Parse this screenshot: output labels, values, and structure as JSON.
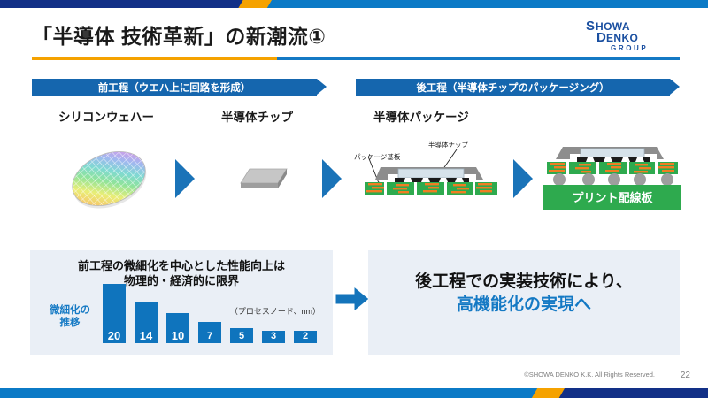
{
  "slide": {
    "title": "「半導体 技術革新」の新潮流①",
    "page_number": "22",
    "copyright": "©SHOWA DENKO K.K. All Rights Reserved."
  },
  "logo": {
    "line1": "SHOWA",
    "line2": "DENKO",
    "line3": "GROUP",
    "color": "#1a4fa0"
  },
  "theme": {
    "navy": "#123087",
    "orange": "#f5a200",
    "blue": "#0b7ac6",
    "banner_blue": "#1566ae",
    "accent_blue": "#1479c4",
    "panel_bg": "#eaeff6",
    "bar_blue": "#0f74bd",
    "pwb_green": "#2eaa4e"
  },
  "banners": [
    {
      "name": "front-end",
      "label": "前工程（ウエハ上に回路を形成）"
    },
    {
      "name": "back-end",
      "label": "後工程（半導体チップのパッケージング）"
    }
  ],
  "stages": [
    {
      "name": "wafer",
      "caption": "シリコンウェハー"
    },
    {
      "name": "chip",
      "caption": "半導体チップ"
    },
    {
      "name": "package",
      "caption": "半導体パッケージ"
    }
  ],
  "package_labels": {
    "substrate": "パッケージ基板",
    "chip": "半導体チップ",
    "pwb": "プリント配線板"
  },
  "left_panel": {
    "heading_line1": "前工程の微細化を中心とした性能向上は",
    "heading_line2": "物理的・経済的に限界",
    "axis_label_line1": "微細化の",
    "axis_label_line2": "推移",
    "unit_note": "（プロセスノード、nm）"
  },
  "right_panel": {
    "line1": "後工程での実装技術により、",
    "line2": "高機能化の実現へ"
  },
  "chart_data": {
    "type": "bar",
    "title": "微細化の推移（プロセスノード、nm）",
    "xlabel": "",
    "ylabel": "プロセスノード (nm)",
    "categories": [
      "20",
      "14",
      "10",
      "7",
      "5",
      "3",
      "2"
    ],
    "values": [
      20,
      14,
      10,
      7,
      5,
      3,
      2
    ],
    "labels": [
      "20",
      "14",
      "10",
      "7",
      "5",
      "3",
      "2"
    ],
    "ylim": [
      0,
      22
    ],
    "grid": false,
    "legend": "none",
    "bar_color": "#0f74bd",
    "label_color": "#ffffff"
  }
}
